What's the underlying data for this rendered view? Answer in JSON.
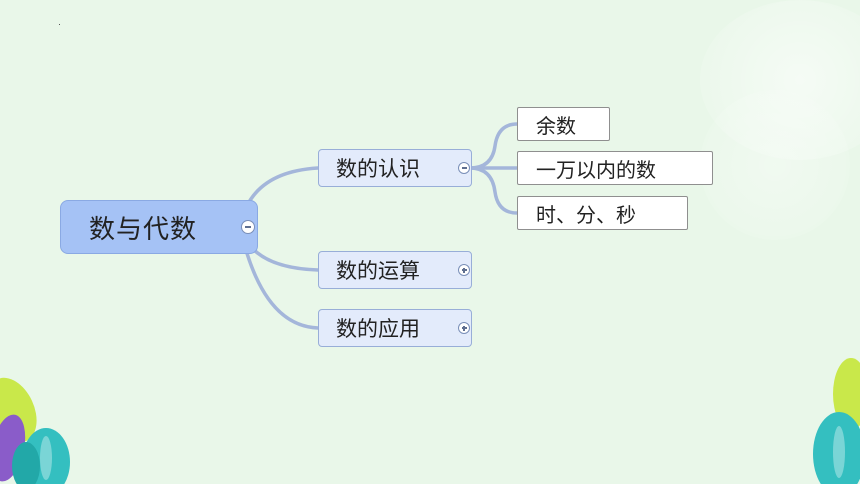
{
  "mindmap": {
    "root": {
      "label": "数与代数",
      "toggle_icon": "collapse-icon"
    },
    "branches": [
      {
        "label": "数的认识",
        "toggle_icon": "collapse-icon"
      },
      {
        "label": "数的运算",
        "toggle_icon": "expand-icon"
      },
      {
        "label": "数的应用",
        "toggle_icon": "expand-icon"
      }
    ],
    "leaves": [
      {
        "label": "余数"
      },
      {
        "label": "一万以内的数"
      },
      {
        "label": "时、分、秒"
      }
    ]
  },
  "colors": {
    "background": "#e9f7e9",
    "root_fill": "#a5c2f5",
    "branch_fill": "#e3ebfb",
    "leaf_fill": "#ffffff",
    "connector": "#a4b6da"
  }
}
